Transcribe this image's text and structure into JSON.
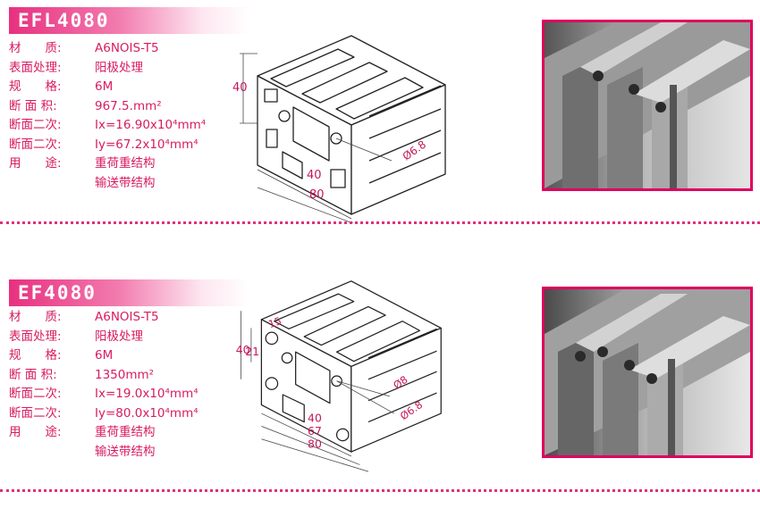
{
  "products": [
    {
      "title": "EFL4080",
      "specs": [
        {
          "label": "材　　质:",
          "value": "A6NOIS-T5"
        },
        {
          "label": "表面处理:",
          "value": "阳极处理"
        },
        {
          "label": "规　　格:",
          "value": "6M"
        },
        {
          "label": "断 面 积:",
          "value": "967.5.mm²"
        },
        {
          "label": "断面二次:",
          "value": "Ix=16.90x10⁴mm⁴"
        },
        {
          "label": "断面二次:",
          "value": "Iy=67.2x10⁴mm⁴"
        },
        {
          "label": "用　　途:",
          "value": "重荷重结构"
        }
      ],
      "extra_use": "输送带结构",
      "dims": {
        "height": "40",
        "mid": "40",
        "width": "80",
        "hole": "Ø6.8"
      }
    },
    {
      "title": "EF4080",
      "specs": [
        {
          "label": "材　　质:",
          "value": "A6NOIS-T5"
        },
        {
          "label": "表面处理:",
          "value": "阳极处理"
        },
        {
          "label": "规　　格:",
          "value": "6M"
        },
        {
          "label": "断 面 积:",
          "value": "1350mm²"
        },
        {
          "label": "断面二次:",
          "value": "Ix=19.0x10⁴mm⁴"
        },
        {
          "label": "断面二次:",
          "value": "Iy=80.0x10⁴mm⁴"
        },
        {
          "label": "用　　途:",
          "value": "重荷重结构"
        }
      ],
      "extra_use": "输送带结构",
      "dims": {
        "height": "40",
        "inner": "21",
        "slot": "15",
        "mid": "40",
        "span": "67",
        "width": "80",
        "hole_small": "Ø8",
        "hole": "Ø6.8"
      }
    }
  ]
}
